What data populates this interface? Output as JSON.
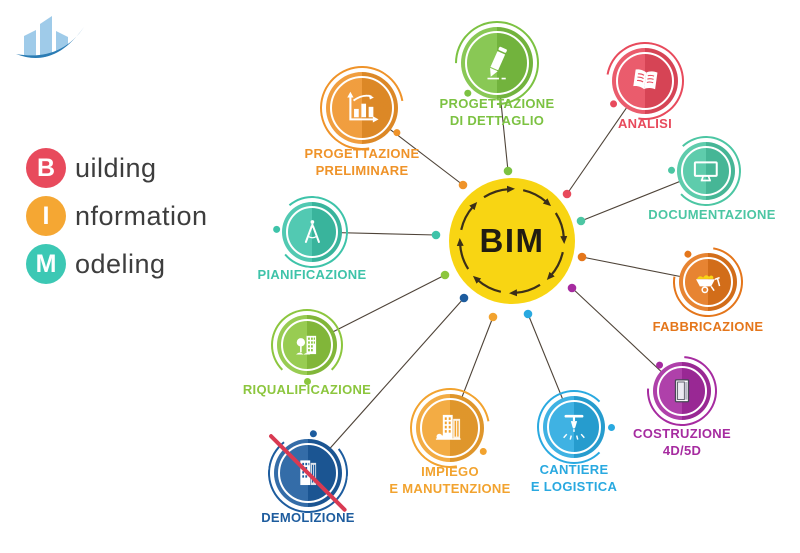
{
  "title": "BIM process diagram",
  "logo": {
    "building_color": "#9fcbe9",
    "swoosh_color": "#2b7cb4"
  },
  "acronym": {
    "text_color": "#3d3d3d",
    "rows": [
      {
        "letter": "B",
        "rest": "uilding",
        "circle_color": "#e84a5c"
      },
      {
        "letter": "I",
        "rest": "nformation",
        "circle_color": "#f5a733"
      },
      {
        "letter": "M",
        "rest": "odeling",
        "circle_color": "#3cc8b4"
      }
    ]
  },
  "center": {
    "label": "BIM",
    "circle_color": "#f8d513",
    "text_color": "#211c12",
    "arrow_color": "#3b2f18"
  },
  "connectors": {
    "line_color": "#4e4338"
  },
  "satellites": [
    {
      "label_line1": "PROGETTAZIONE",
      "label_line2": "PRELIMINARE",
      "color": "#ef9329",
      "icon": "bar-chart-icon"
    },
    {
      "label_line1": "PROGETTAZIONE",
      "label_line2": "DI DETTAGLIO",
      "color": "#7cc242",
      "icon": "pencil-icon"
    },
    {
      "label_line1": "ANALISI",
      "label_line2": "",
      "color": "#e84a5c",
      "icon": "open-book-icon"
    },
    {
      "label_line1": "DOCUMENTAZIONE",
      "label_line2": "",
      "color": "#4cc6a3",
      "icon": "monitor-icon"
    },
    {
      "label_line1": "FABBRICAZIONE",
      "label_line2": "",
      "color": "#e4761b",
      "icon": "wheelbarrow-icon"
    },
    {
      "label_line1": "COSTRUZIONE",
      "label_line2": "4D/5D",
      "color": "#a62ba0",
      "icon": "door-icon"
    },
    {
      "label_line1": "CANTIERE",
      "label_line2": "E LOGISTICA",
      "color": "#29a9e0",
      "icon": "plumb-tool-icon"
    },
    {
      "label_line1": "IMPIEGO",
      "label_line2": "E MANUTENZIONE",
      "color": "#f2a32f",
      "icon": "buildings-icon"
    },
    {
      "label_line1": "DEMOLIZIONE",
      "label_line2": "",
      "color": "#1d5c9e",
      "icon": "no-building-icon"
    },
    {
      "label_line1": "RIQUALIFICAZIONE",
      "label_line2": "",
      "color": "#8cc63e",
      "icon": "tree-building-icon"
    },
    {
      "label_line1": "PIANIFICAZIONE",
      "label_line2": "",
      "color": "#3ec3a9",
      "icon": "compass-icon"
    }
  ],
  "extra_colors": {
    "slash_color": "#d93a52",
    "sand_color": "#f8d415"
  }
}
